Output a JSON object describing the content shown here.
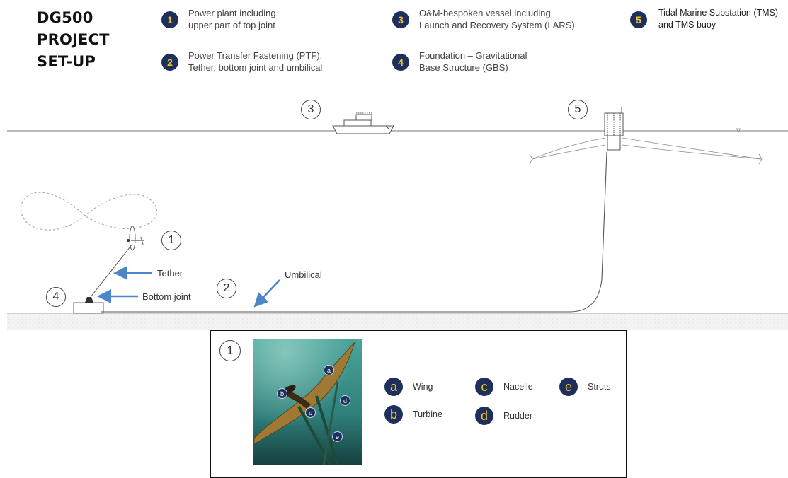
{
  "title_lines": [
    "DG500",
    "PROJECT",
    "SET-UP"
  ],
  "legend": [
    {
      "number": "1",
      "lines": [
        "Power plant including",
        "upper part of top joint"
      ]
    },
    {
      "number": "2",
      "lines": [
        "Power Transfer Fastening (PTF):",
        "Tether, bottom joint and umbilical"
      ]
    },
    {
      "number": "3",
      "lines": [
        "O&M-bespoken vessel including",
        "Launch and Recovery System (LARS)"
      ]
    },
    {
      "number": "4",
      "lines": [
        "Foundation – Gravitational",
        "Base Structure (GBS)"
      ]
    },
    {
      "number": "5",
      "lines": [
        "Tidal Marine Substation (TMS)",
        "and TMS buoy"
      ]
    }
  ],
  "scene_labels": {
    "c1": "1",
    "c2": "2",
    "c3": "3",
    "c4": "4",
    "c5": "5"
  },
  "annotations": {
    "tether": "Tether",
    "bottom_joint": "Bottom joint",
    "umbilical": "Umbilical"
  },
  "inset": {
    "label": "1",
    "photo_badges": [
      "a",
      "b",
      "c",
      "d",
      "e"
    ],
    "keys": [
      {
        "letter": "a",
        "label": "Wing"
      },
      {
        "letter": "b",
        "label": "Turbine"
      },
      {
        "letter": "c",
        "label": "Nacelle"
      },
      {
        "letter": "d",
        "label": "Rudder"
      },
      {
        "letter": "e",
        "label": "Struts"
      }
    ]
  },
  "colors": {
    "badge_fill": "#1e2f5c",
    "badge_text": "#f2c62d",
    "arrow": "#4a86c8"
  }
}
